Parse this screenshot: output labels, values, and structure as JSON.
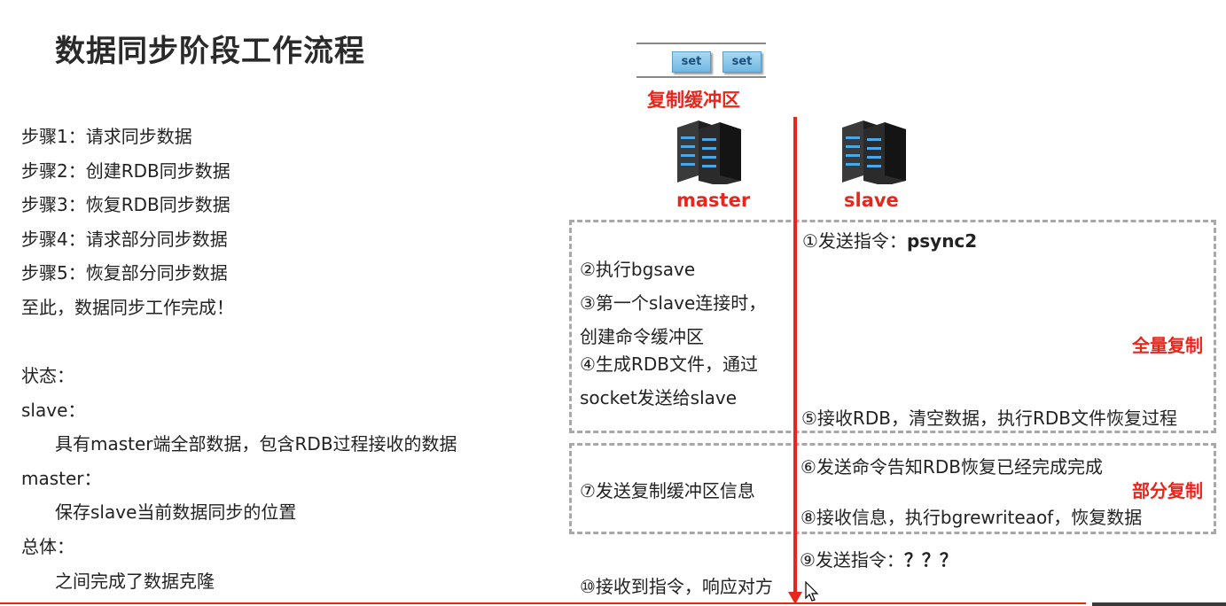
{
  "title": "数据同步阶段工作流程",
  "steps": [
    "步骤1：请求同步数据",
    "步骤2：创建RDB同步数据",
    "步骤3：恢复RDB同步数据",
    "步骤4：请求部分同步数据",
    "步骤5：恢复部分同步数据",
    "至此，数据同步工作完成！"
  ],
  "state": {
    "heading": "状态：",
    "slave_label": "slave：",
    "slave_desc": "具有master端全部数据，包含RDB过程接收的数据",
    "master_label": "master：",
    "master_desc": "保存slave当前数据同步的位置",
    "overall_label": "总体：",
    "overall_desc": "之间完成了数据克隆"
  },
  "buffer": {
    "items": [
      "set",
      "set"
    ],
    "label": "复制缓冲区"
  },
  "nodes": {
    "master": "master",
    "slave": "slave"
  },
  "flow": {
    "s1_prefix": "①发送指令：",
    "s1_cmd": "psync2",
    "s2": "②执行bgsave",
    "s3_line1": "③第一个slave连接时，",
    "s3_line2": "创建命令缓冲区",
    "s4_line1": "④生成RDB文件，通过",
    "s4_line2": "socket发送给slave",
    "s5": "⑤接收RDB，清空数据，执行RDB文件恢复过程",
    "full_tag": "全量复制",
    "s6": "⑥发送命令告知RDB恢复已经完成完成",
    "s7": "⑦发送复制缓冲区信息",
    "partial_tag": "部分复制",
    "s8": "⑧接收信息，执行bgrewriteaof，恢复数据",
    "s9_prefix": "⑨发送指令：",
    "s9_cmd": "？？？",
    "s10": "⑩接收到指令，响应对方"
  },
  "colors": {
    "accent_red": "#e8261b",
    "dash_gray": "#a8a8a8",
    "set_blue": "#6fb8e2"
  }
}
